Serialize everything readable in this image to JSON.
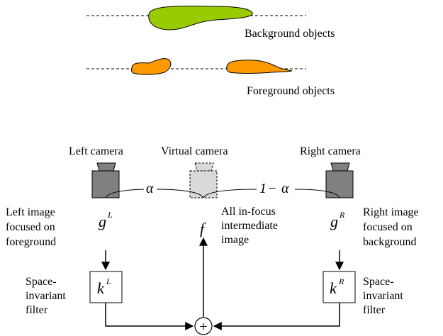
{
  "scene": {
    "background_label": "Background objects",
    "foreground_label": "Foreground objects",
    "colors": {
      "background_object": "#99cc00",
      "foreground_object": "#ff9900",
      "real_camera": "#808080",
      "virtual_camera": "#d9d9d9"
    }
  },
  "cameras": {
    "left_label": "Left camera",
    "virtual_label": "Virtual camera",
    "right_label": "Right camera",
    "alpha": "α",
    "one_minus_alpha_one": "1",
    "one_minus_alpha_minus": "−",
    "one_minus_alpha_alpha": "α"
  },
  "signals": {
    "g": "g",
    "g_left_sup": "L",
    "g_right_sup": "R",
    "f": "f"
  },
  "captions": {
    "left_image": [
      "Left image",
      "focused on",
      "foreground"
    ],
    "intermediate": [
      "All in-focus",
      "intermediate",
      "image"
    ],
    "right_image": [
      "Right image",
      "focused on",
      "background"
    ],
    "left_filter": [
      "Space-",
      "invariant",
      "filter"
    ],
    "right_filter": [
      "Space-",
      "invariant",
      "filter"
    ]
  },
  "filters": {
    "k": "k",
    "left_sup": "L",
    "right_sup": "R"
  },
  "sum_symbol": "+"
}
